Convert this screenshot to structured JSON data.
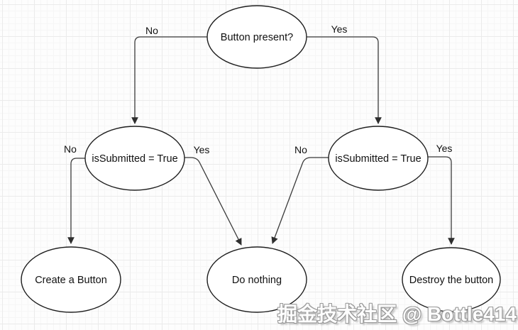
{
  "diagram": {
    "type": "flowchart",
    "background_color": "#fdfdfd",
    "grid_major_color": "#ebebeb",
    "grid_minor_color": "#f6f6f6",
    "line_color": "#3a3a3a",
    "node_fill": "#ffffff",
    "node_stroke": "#1e1e1e",
    "nodes": [
      {
        "id": "button-present",
        "label": "Button present?"
      },
      {
        "id": "is-submitted-left",
        "label": "isSubmitted = True"
      },
      {
        "id": "is-submitted-right",
        "label": "isSubmitted = True"
      },
      {
        "id": "create-a-button",
        "label": "Create a Button"
      },
      {
        "id": "do-nothing",
        "label": "Do nothing"
      },
      {
        "id": "destroy-the-button",
        "label": "Destroy the button"
      }
    ],
    "edges": [
      {
        "from": "button-present",
        "to": "is-submitted-left",
        "label": "No"
      },
      {
        "from": "button-present",
        "to": "is-submitted-right",
        "label": "Yes"
      },
      {
        "from": "is-submitted-left",
        "to": "create-a-button",
        "label": "No"
      },
      {
        "from": "is-submitted-left",
        "to": "do-nothing",
        "label": "Yes"
      },
      {
        "from": "is-submitted-right",
        "to": "do-nothing",
        "label": "No"
      },
      {
        "from": "is-submitted-right",
        "to": "destroy-the-button",
        "label": "Yes"
      }
    ],
    "watermark": "掘金技术社区 @ Bottle414"
  }
}
